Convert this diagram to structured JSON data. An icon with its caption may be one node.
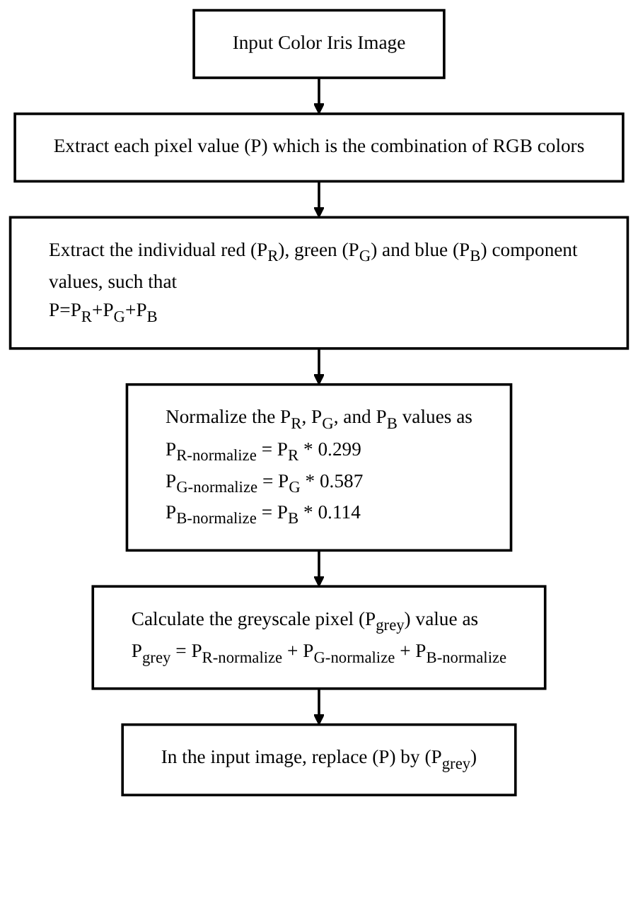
{
  "diagram": {
    "nodes": [
      {
        "text": [
          "Input Color Iris Image"
        ]
      },
      {
        "text": [
          "Extract each pixel value (P) which is the combination of RGB colors"
        ]
      },
      {
        "text": [
          "Extract the individual red (P$_{R}$), green (P$_{G}$) and blue (P$_{B}$) component values, such that",
          "P=P$_{R}$+P$_{G}$+P$_{B}$"
        ]
      },
      {
        "text": [
          "Normalize the P$_{R}$, P$_{G}$, and P$_{B}$ values as",
          "P$_{R-normalize}$ = P$_{R}$ * 0.299",
          "P$_{G-normalize}$ = P$_{G}$ * 0.587",
          "P$_{B-normalize}$ = P$_{B}$ * 0.114"
        ]
      },
      {
        "text": [
          "Calculate the greyscale pixel (P$_{grey}$) value as",
          "P$_{grey}$ = P$_{R-normalize}$ + P$_{G-normalize}$ + P$_{B-normalize}$"
        ]
      },
      {
        "text": [
          "In the input image, replace (P) by (P$_{grey}$)"
        ]
      }
    ],
    "edges": [
      {
        "from": 0,
        "to": 1,
        "arrow": "to"
      },
      {
        "from": 1,
        "to": 2,
        "arrow": "to"
      },
      {
        "from": 2,
        "to": 3,
        "arrow": "to"
      },
      {
        "from": 3,
        "to": 4,
        "arrow": "to"
      },
      {
        "from": 4,
        "to": 5,
        "arrow": "to"
      }
    ]
  }
}
